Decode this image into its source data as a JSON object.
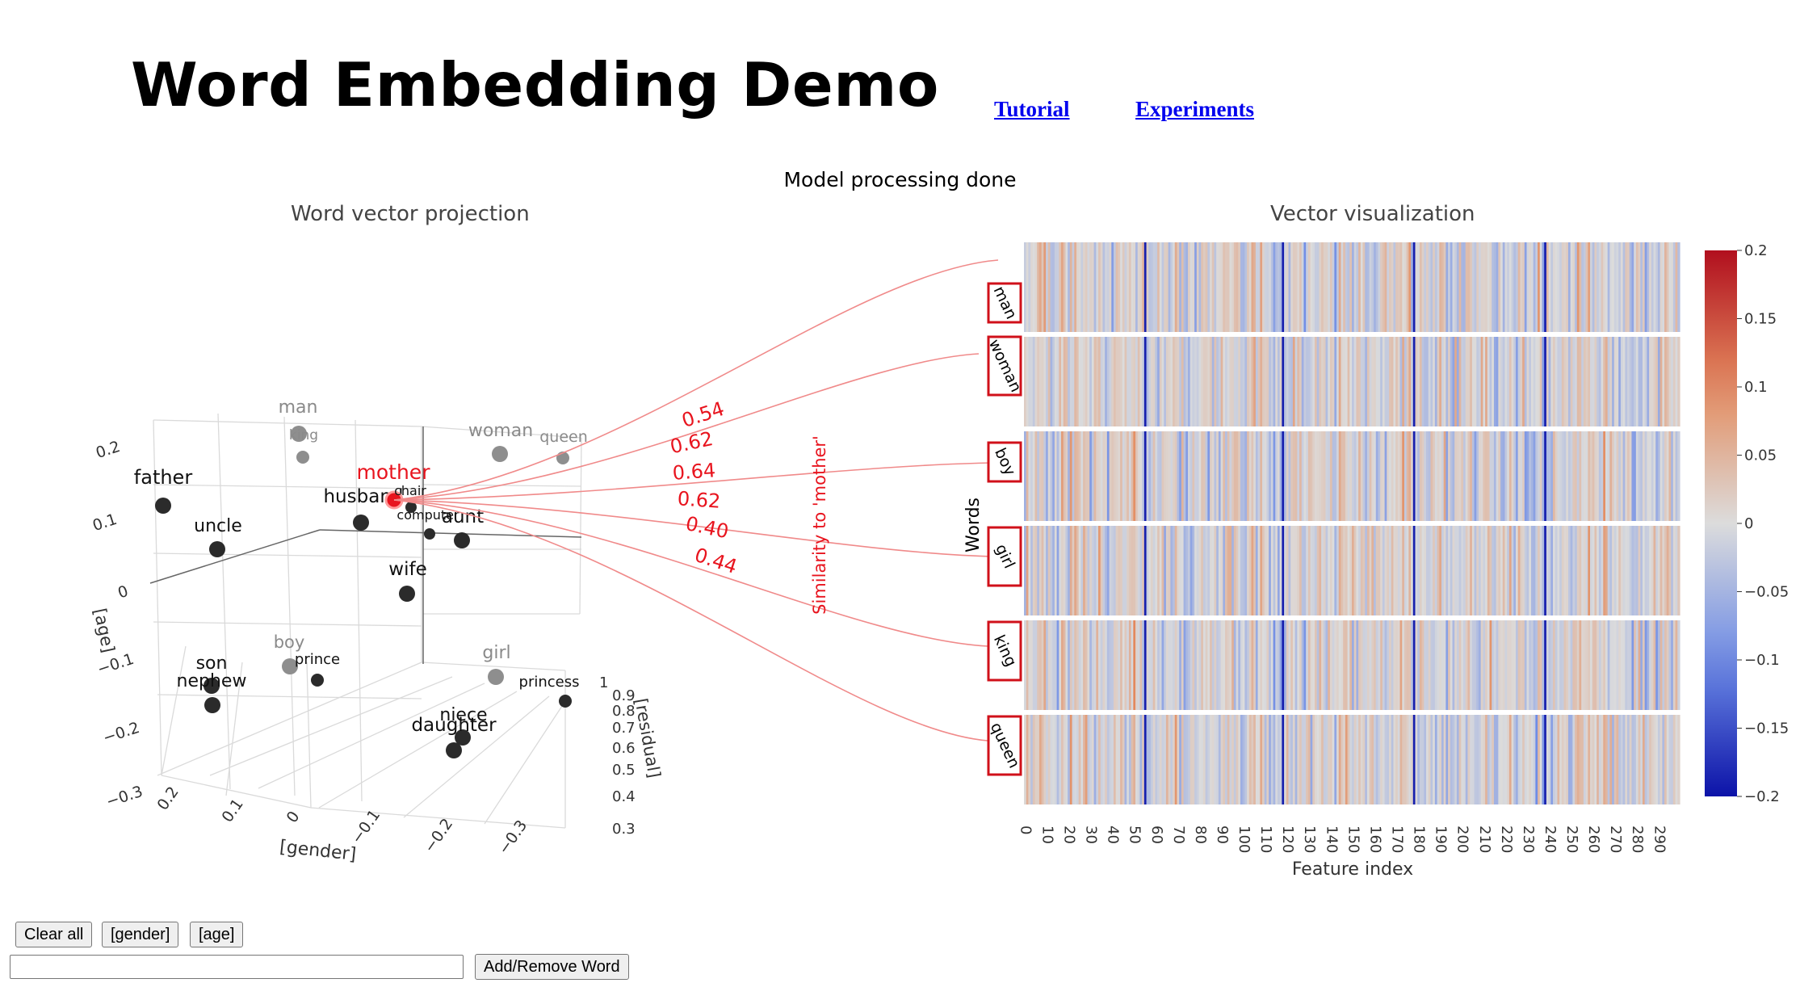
{
  "header": {
    "title": "Word Embedding Demo",
    "links": [
      "Tutorial",
      "Experiments"
    ]
  },
  "status": "Model processing done",
  "left_panel": {
    "title": "Word vector projection",
    "axes": {
      "x_label": "[gender]",
      "y_label": "[age]",
      "z_label": "[residual]",
      "x_ticks": [
        "0.2",
        "0.1",
        "0",
        "−0.1",
        "−0.2",
        "−0.3"
      ],
      "y_ticks": [
        "0.2",
        "0.1",
        "0",
        "−0.1",
        "−0.2",
        "−0.3"
      ],
      "z_ticks": [
        "1",
        "0.9",
        "0.8",
        "0.7",
        "0.6",
        "0.5",
        "0.4",
        "0.3"
      ]
    },
    "selected_word": "mother",
    "points": [
      {
        "label": "man",
        "group": "gray"
      },
      {
        "label": "king",
        "group": "gray"
      },
      {
        "label": "woman",
        "group": "gray"
      },
      {
        "label": "queen",
        "group": "gray"
      },
      {
        "label": "father",
        "group": "dark"
      },
      {
        "label": "uncle",
        "group": "dark"
      },
      {
        "label": "husband",
        "group": "dark"
      },
      {
        "label": "mother",
        "group": "selected"
      },
      {
        "label": "chair",
        "group": "dark"
      },
      {
        "label": "computer",
        "group": "dark"
      },
      {
        "label": "aunt",
        "group": "dark"
      },
      {
        "label": "wife",
        "group": "dark"
      },
      {
        "label": "boy",
        "group": "gray"
      },
      {
        "label": "prince",
        "group": "dark"
      },
      {
        "label": "girl",
        "group": "gray"
      },
      {
        "label": "princess",
        "group": "dark"
      },
      {
        "label": "son",
        "group": "dark"
      },
      {
        "label": "nephew",
        "group": "dark"
      },
      {
        "label": "niece",
        "group": "dark"
      },
      {
        "label": "daughter",
        "group": "dark"
      }
    ]
  },
  "similarity": {
    "label": "Similarity to 'mother'",
    "values": [
      "0.54",
      "0.62",
      "0.64",
      "0.62",
      "0.40",
      "0.44"
    ],
    "target_words": [
      "man",
      "woman",
      "boy",
      "girl",
      "king",
      "queen"
    ]
  },
  "right_panel": {
    "title": "Vector visualization",
    "y_label": "Words",
    "x_label": "Feature index",
    "words": [
      "man",
      "woman",
      "boy",
      "girl",
      "king",
      "queen"
    ],
    "x_ticks": [
      "0",
      "10",
      "20",
      "30",
      "40",
      "50",
      "60",
      "70",
      "80",
      "90",
      "100",
      "110",
      "120",
      "130",
      "140",
      "150",
      "160",
      "170",
      "180",
      "190",
      "200",
      "210",
      "220",
      "230",
      "240",
      "250",
      "260",
      "270",
      "280",
      "290"
    ],
    "colorbar_ticks": [
      "0.2",
      "0.15",
      "0.1",
      "0.05",
      "0",
      "−0.05",
      "−0.1",
      "−0.15",
      "−0.2"
    ],
    "colorscale": {
      "min": -0.2,
      "max": 0.2,
      "low": "#0c13a8",
      "mid": "#dcdcdc",
      "high": "#b10f1e"
    },
    "feature_count": 300
  },
  "controls": {
    "buttons": [
      "Clear all",
      "[gender]",
      "[age]"
    ],
    "input_value": "",
    "input_placeholder": "",
    "add_button": "Add/Remove Word"
  },
  "colors": {
    "accent": "#e8141e",
    "dark_point": "#2b2b2b",
    "gray_point": "#8e8e8e",
    "link": "#0000ee"
  }
}
